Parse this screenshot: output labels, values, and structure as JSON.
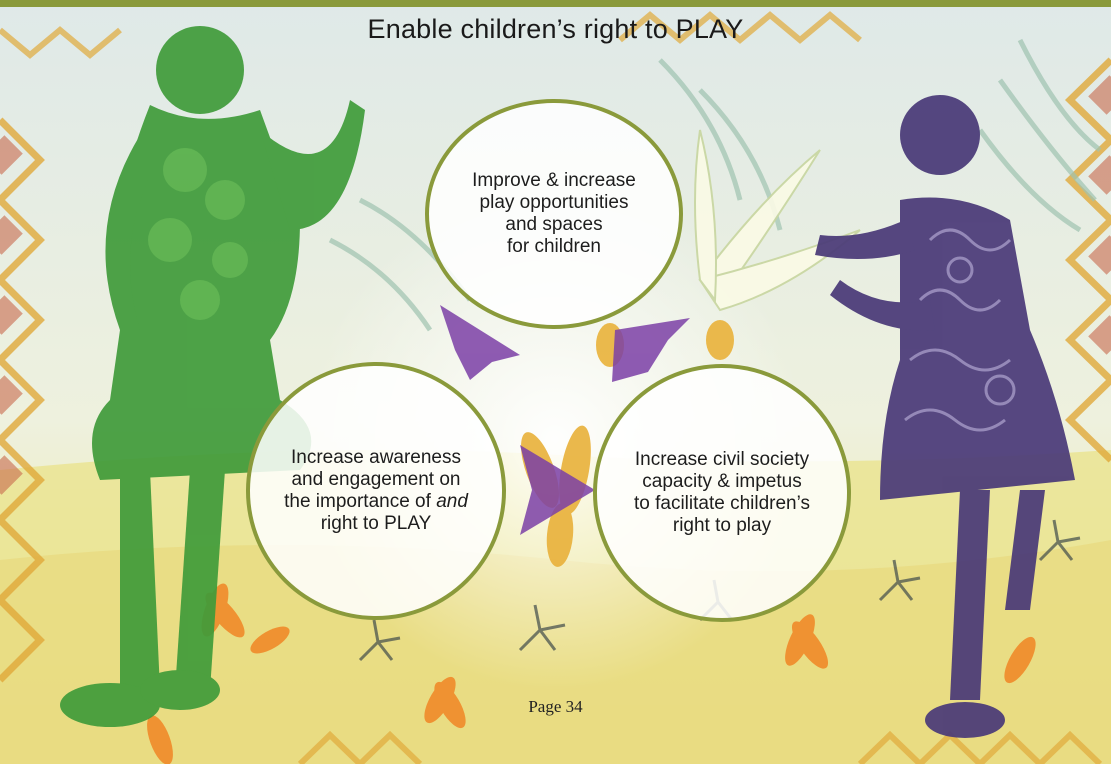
{
  "title": "Enable children’s right to PLAY",
  "cycle": {
    "top": "Improve & increase\nplay opportunities\nand spaces\nfor children",
    "left_pre": "Increase awareness\nand engagement on\nthe importance of ",
    "left_em": "and",
    "left_post": "\nright to PLAY",
    "right": "Increase civil society\ncapacity & impetus\nto facilitate children’s\nright to play"
  },
  "page_number": "Page 34",
  "colors": {
    "header_bar": "#8a9a3b",
    "circle_border": "#8a9a3b",
    "arrow": "#7b3fa6",
    "girl_left": "#3f9b3a",
    "girl_right": "#4a3a78"
  }
}
